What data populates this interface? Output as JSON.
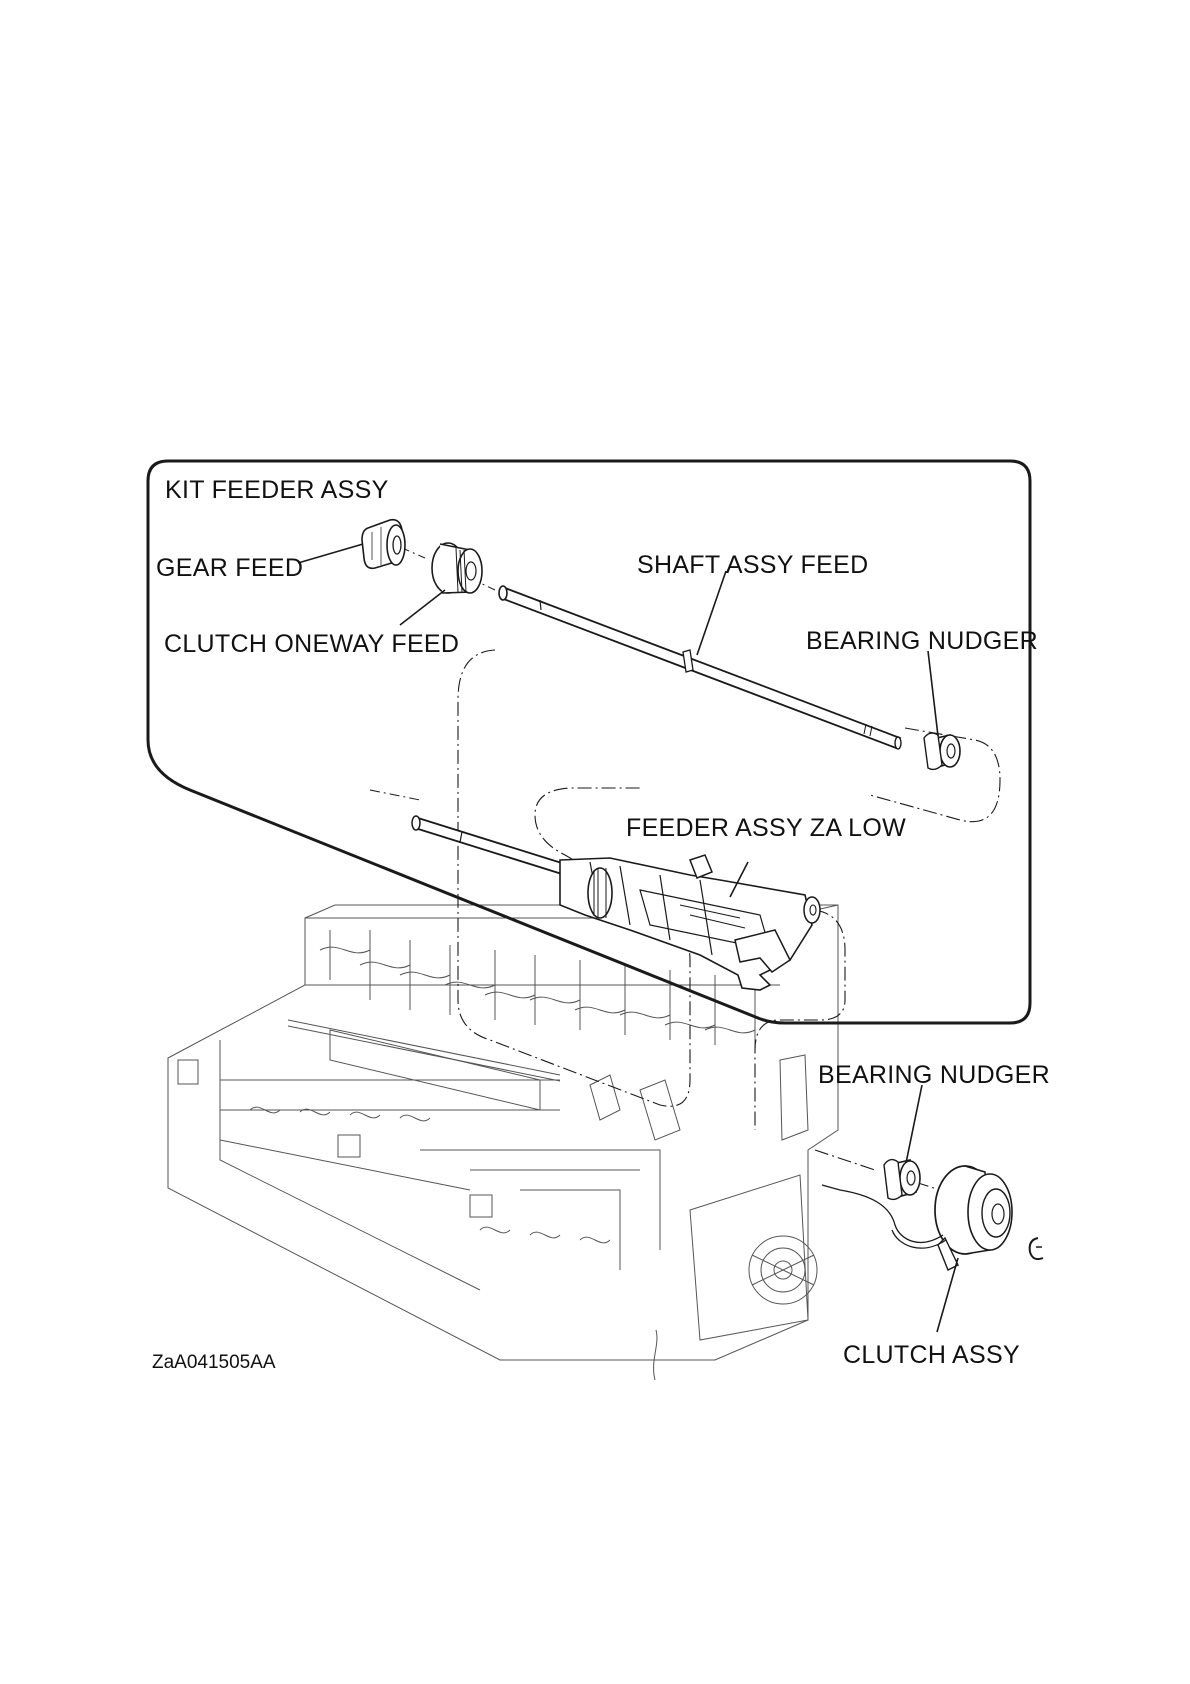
{
  "labels": {
    "kit_feeder_assy": "KIT FEEDER ASSY",
    "gear_feed": "GEAR FEED",
    "clutch_oneway_feed": "CLUTCH ONEWAY FEED",
    "shaft_assy_feed": "SHAFT ASSY FEED",
    "bearing_nudger_upper": "BEARING NUDGER",
    "feeder_assy_za_low": "FEEDER ASSY ZA LOW",
    "bearing_nudger_lower": "BEARING NUDGER",
    "clutch_assy": "CLUTCH ASSY"
  },
  "figure_id": "ZaA041505AA"
}
